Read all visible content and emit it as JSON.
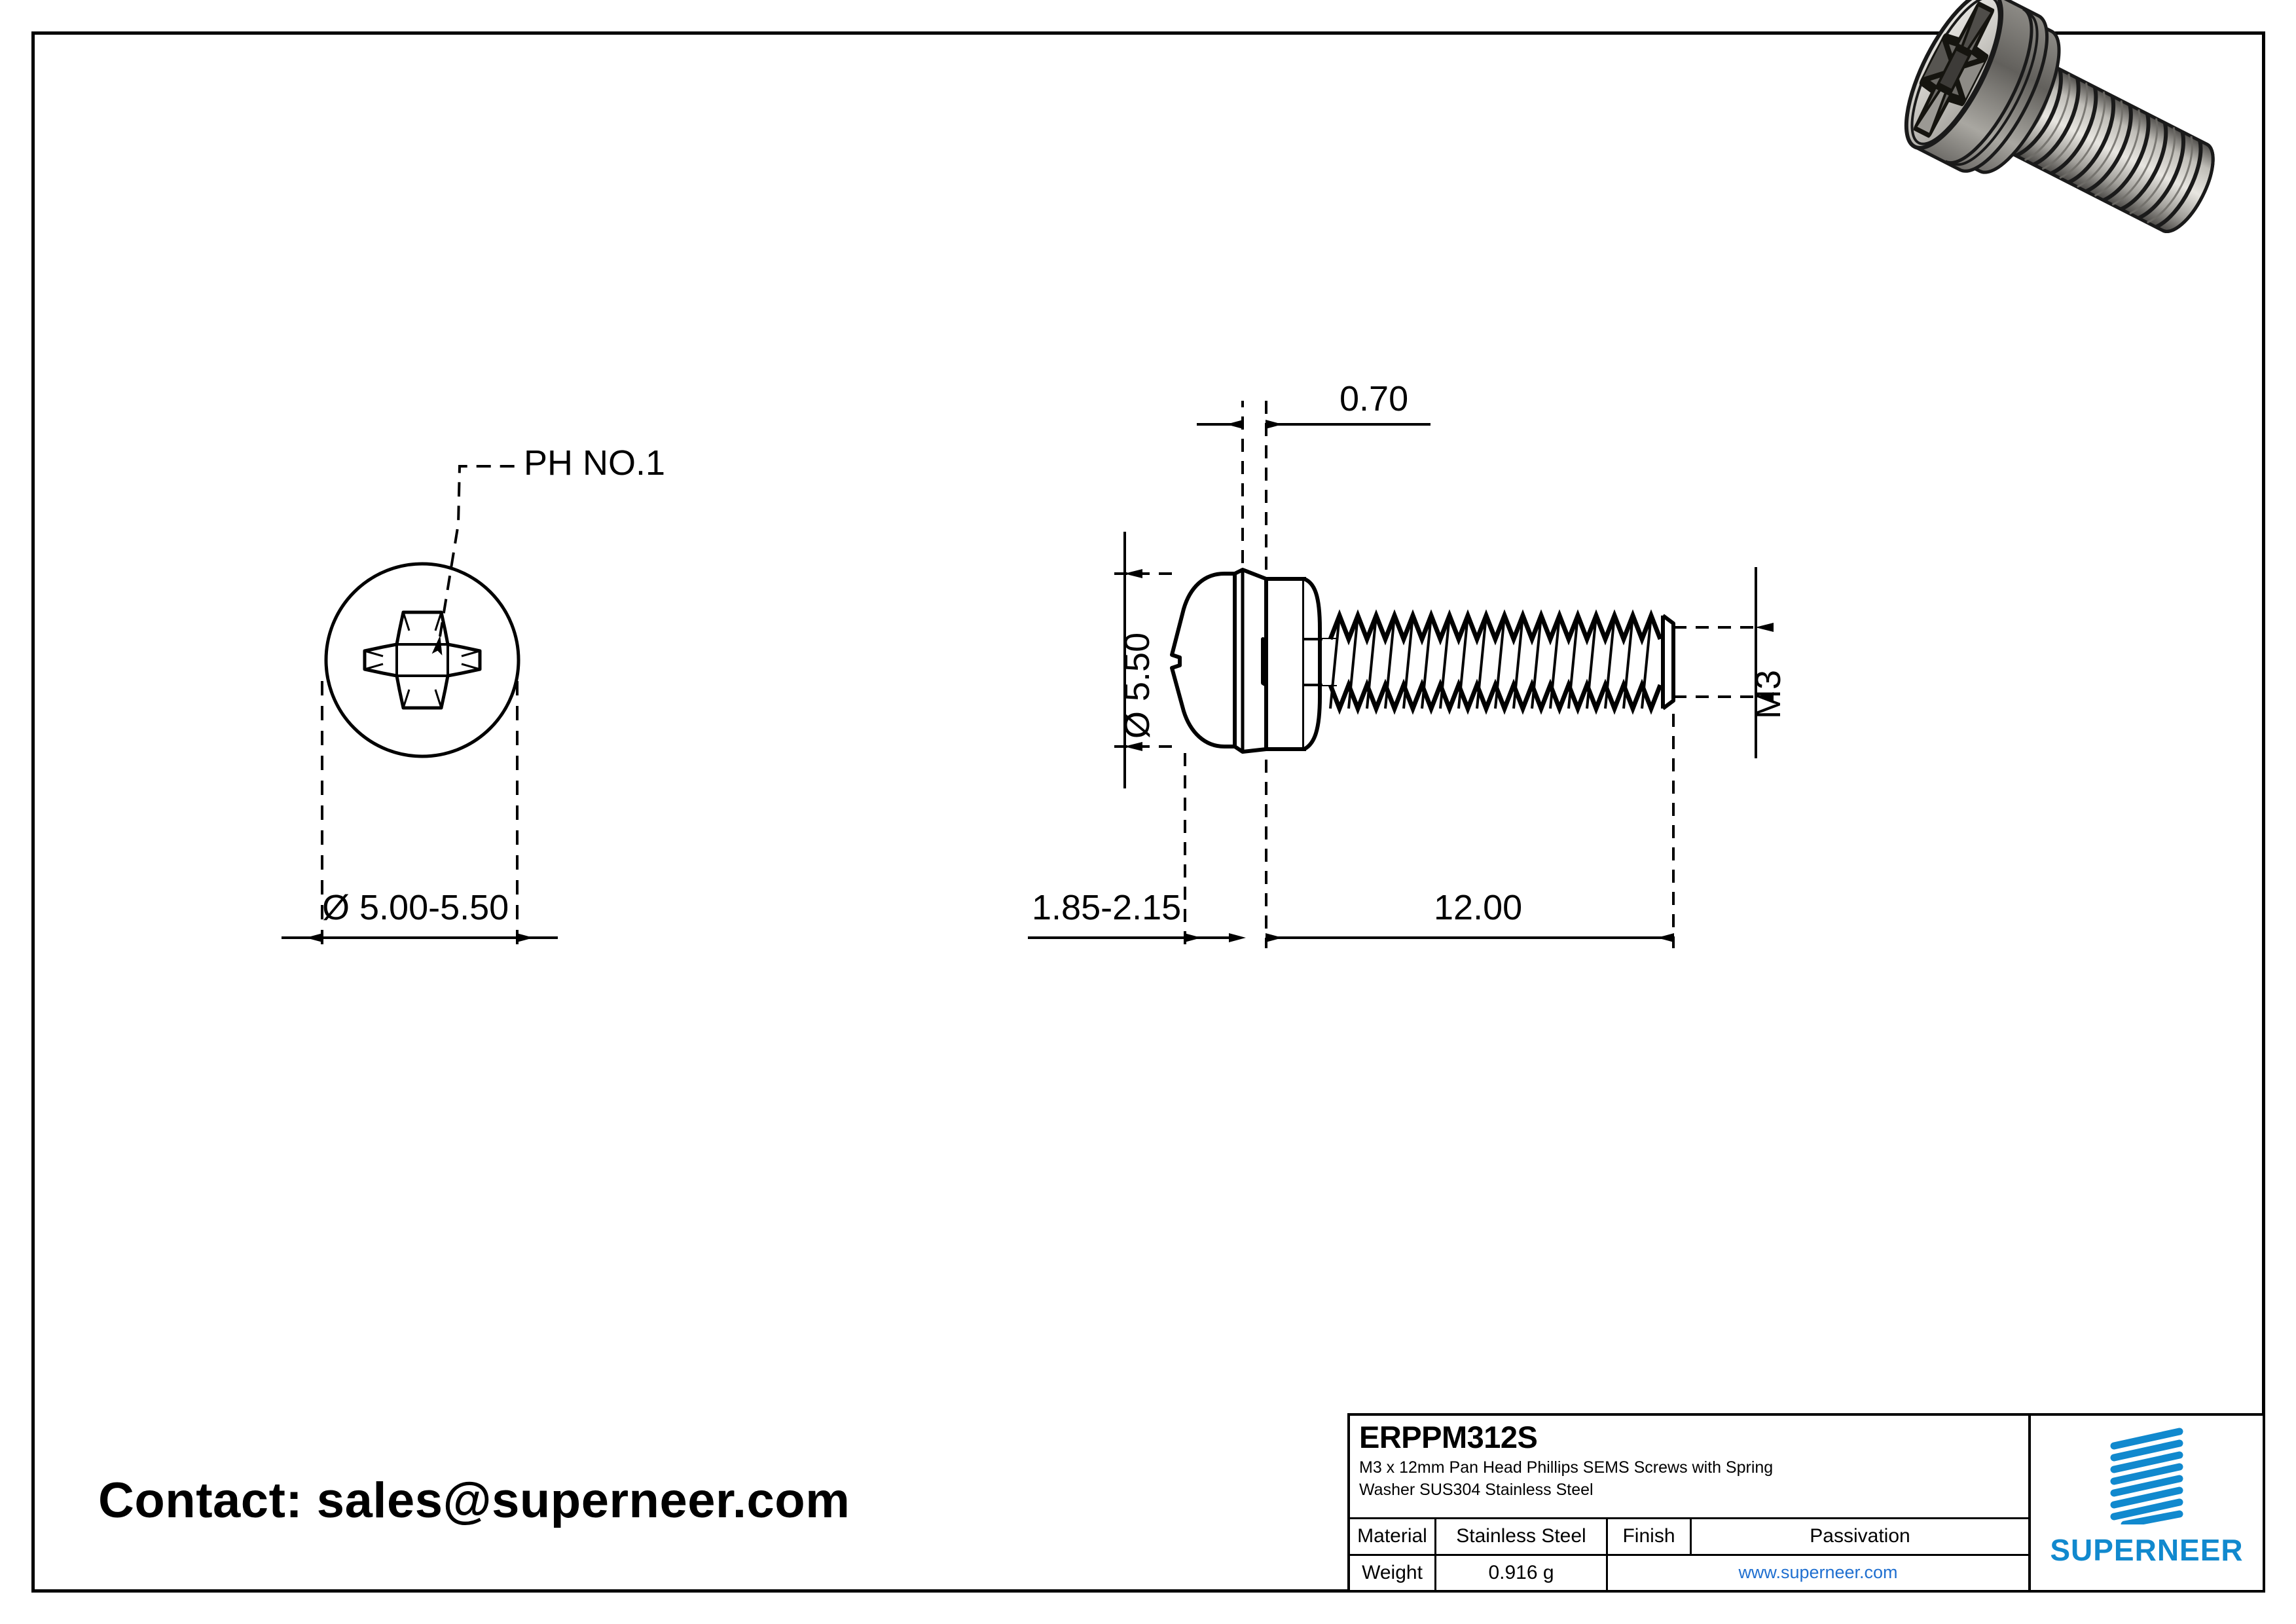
{
  "document": {
    "type": "engineering-drawing",
    "contact_line": "Contact: sales@superneer.com"
  },
  "views": {
    "top_view": {
      "name": "end-view",
      "callout": "PH NO.1",
      "dimension_below": "Ø 5.00-5.50"
    },
    "side_view": {
      "name": "side-view",
      "dimension_top": "0.70",
      "dimension_left": "Ø 5.50",
      "dimension_right": "M3",
      "dimension_bottom_left": "1.85-2.15",
      "dimension_bottom_right": "12.00"
    }
  },
  "title_block": {
    "part_number": "ERPPM312S",
    "description": "M3 x 12mm Pan Head Phillips SEMS Screws with Spring Washer SUS304 Stainless Steel",
    "description_line1": "M3 x 12mm Pan Head Phillips SEMS Screws with Spring",
    "description_line2": "Washer SUS304 Stainless Steel",
    "material_label": "Material",
    "material_value": "Stainless Steel",
    "finish_label": "Finish",
    "finish_value": "Passivation",
    "weight_label": "Weight",
    "weight_value": "0.916 g",
    "website": "www.superneer.com",
    "brand": "SUPERNEER"
  },
  "colors": {
    "brand_blue": "#1189ce",
    "link_blue": "#1f6fd0",
    "line_black": "#000000",
    "paper_white": "#ffffff"
  },
  "icons": {
    "logo": "superneer-stripes-logo",
    "screw_render": "pan-head-phillips-screw-3d"
  }
}
